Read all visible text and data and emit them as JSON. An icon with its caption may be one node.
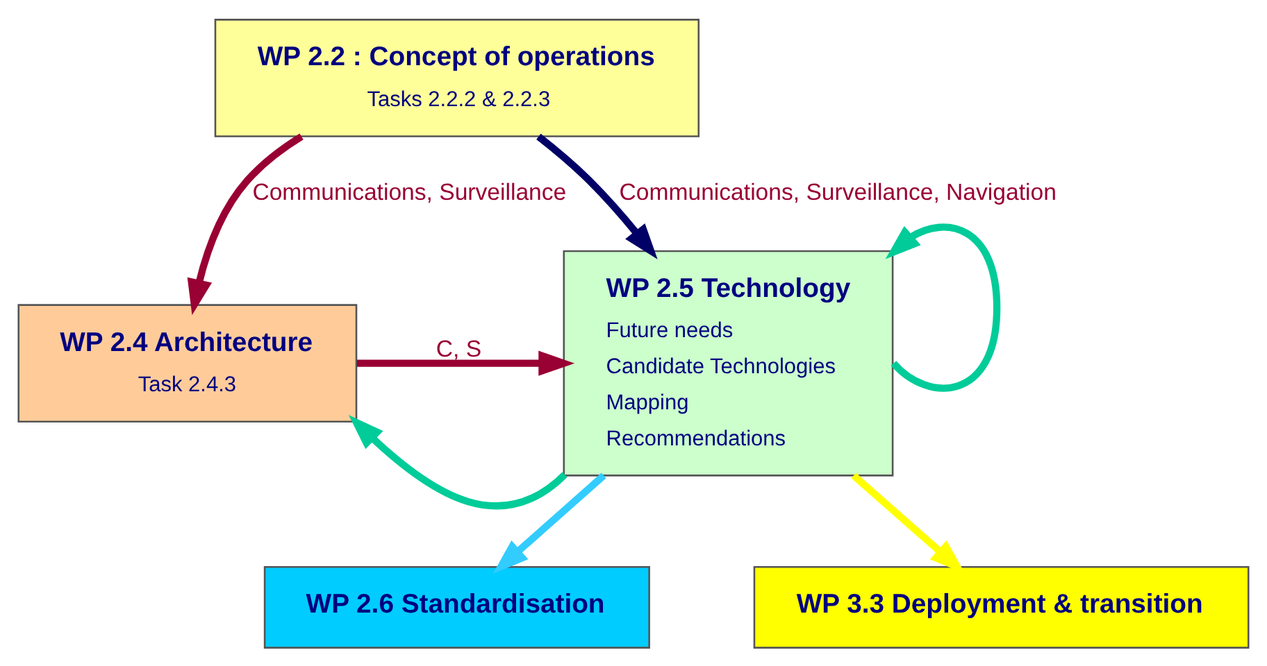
{
  "diagram": {
    "nodes": [
      {
        "text": [
          "WP 2.2 : Concept of operations",
          "Tasks 2.2.2 & 2.2.3"
        ]
      },
      {
        "text": [
          "WP 2.4 Architecture",
          "Task 2.4.3"
        ]
      },
      {
        "text": [
          "WP 2.5 Technology",
          "Future needs",
          "Candidate Technologies",
          "Mapping",
          "Recommendations"
        ]
      },
      {
        "text": [
          "WP 2.6 Standardisation"
        ]
      },
      {
        "text": [
          "WP 3.3 Deployment & transition"
        ]
      }
    ],
    "edges": [
      {
        "from": 0,
        "to": 1,
        "arrow": "to",
        "label": "Communications, Surveillance",
        "color": "#990033"
      },
      {
        "from": 0,
        "to": 2,
        "arrow": "to",
        "label": "Communications, Surveillance, Navigation",
        "color": "#000066"
      },
      {
        "from": 1,
        "to": 2,
        "arrow": "to",
        "label": "C, S",
        "color": "#990033"
      },
      {
        "from": 2,
        "to": 1,
        "arrow": "to",
        "color": "#00cc99"
      },
      {
        "from": 2,
        "to": 2,
        "arrow": "to",
        "color": "#00cc99"
      },
      {
        "from": 2,
        "to": 3,
        "arrow": "to",
        "color": "#33ccff"
      },
      {
        "from": 2,
        "to": 4,
        "arrow": "to",
        "color": "#ffff00"
      }
    ]
  }
}
